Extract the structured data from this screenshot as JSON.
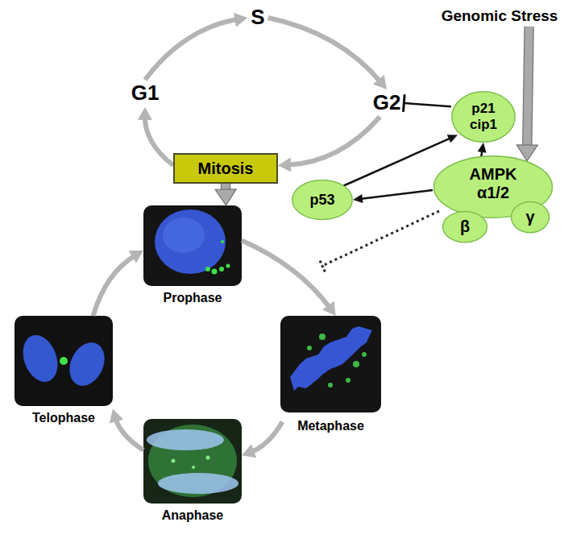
{
  "diagram": {
    "nodes": [
      {
        "text": [
          "S"
        ]
      },
      {
        "text": [
          "Genomic Stress"
        ]
      },
      {
        "text": [
          "G1"
        ]
      },
      {
        "text": [
          "G2"
        ]
      },
      {
        "text": [
          "p21 cip1"
        ]
      },
      {
        "text": [
          "Mitosis"
        ]
      },
      {
        "text": [
          "p53"
        ]
      },
      {
        "text": [
          "AMPK α1/2"
        ]
      },
      {
        "text": [
          "β"
        ]
      },
      {
        "text": [
          "γ"
        ]
      },
      {
        "text": [
          "Prophase"
        ]
      },
      {
        "text": [
          "Telophase"
        ]
      },
      {
        "text": [
          "Metaphase"
        ]
      },
      {
        "text": [
          "Anaphase"
        ]
      }
    ],
    "edges": [
      {
        "from": 2,
        "to": 0,
        "arrow": "to"
      },
      {
        "from": 0,
        "to": 3,
        "arrow": "to"
      },
      {
        "from": 3,
        "to": 5,
        "arrow": "to"
      },
      {
        "from": 5,
        "to": 2,
        "arrow": "to"
      },
      {
        "from": 1,
        "to": 7,
        "arrow": "to"
      },
      {
        "from": 4,
        "to": 3,
        "arrow": "to"
      },
      {
        "from": 6,
        "to": 4,
        "arrow": "to"
      },
      {
        "from": 7,
        "to": 4,
        "arrow": "to"
      },
      {
        "from": 7,
        "to": 6,
        "arrow": "to"
      },
      {
        "from": 5,
        "to": 10,
        "arrow": "to"
      },
      {
        "from": 10,
        "to": 12,
        "arrow": "to"
      },
      {
        "from": 12,
        "to": 13,
        "arrow": "to"
      },
      {
        "from": 13,
        "to": 11,
        "arrow": "to"
      },
      {
        "from": 11,
        "to": 10,
        "arrow": "to"
      }
    ]
  }
}
